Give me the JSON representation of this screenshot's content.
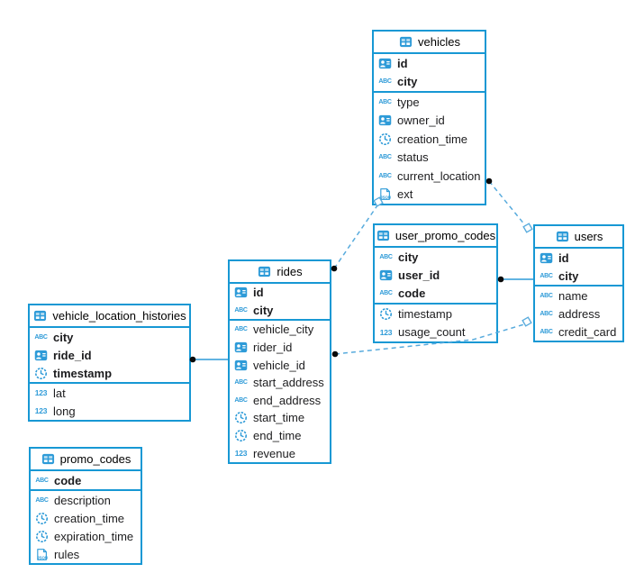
{
  "colors": {
    "table_border": "#1798d4",
    "icon_blue": "#2e9bd8",
    "dashed_line": "#58abdd",
    "solid_line": "#2e9bd8",
    "endpoint_dot": "#0a0a0a",
    "row_text": "#1c1c1e"
  },
  "diagram": {
    "tables": [
      {
        "name": "vehicles",
        "columns": [
          {
            "name": "id",
            "type": "uid",
            "key": true
          },
          {
            "name": "city",
            "type": "text",
            "key": true
          },
          {
            "name": "type",
            "type": "text",
            "key": false
          },
          {
            "name": "owner_id",
            "type": "uid",
            "key": false
          },
          {
            "name": "creation_time",
            "type": "time",
            "key": false
          },
          {
            "name": "status",
            "type": "text",
            "key": false
          },
          {
            "name": "current_location",
            "type": "text",
            "key": false
          },
          {
            "name": "ext",
            "type": "json",
            "key": false
          }
        ]
      },
      {
        "name": "user_promo_codes",
        "columns": [
          {
            "name": "city",
            "type": "text",
            "key": true
          },
          {
            "name": "user_id",
            "type": "uid",
            "key": true
          },
          {
            "name": "code",
            "type": "text",
            "key": true
          },
          {
            "name": "timestamp",
            "type": "time",
            "key": false
          },
          {
            "name": "usage_count",
            "type": "number",
            "key": false
          }
        ]
      },
      {
        "name": "users",
        "columns": [
          {
            "name": "id",
            "type": "uid",
            "key": true
          },
          {
            "name": "city",
            "type": "text",
            "key": true
          },
          {
            "name": "name",
            "type": "text",
            "key": false
          },
          {
            "name": "address",
            "type": "text",
            "key": false
          },
          {
            "name": "credit_card",
            "type": "text",
            "key": false
          }
        ]
      },
      {
        "name": "rides",
        "columns": [
          {
            "name": "id",
            "type": "uid",
            "key": true
          },
          {
            "name": "city",
            "type": "text",
            "key": true
          },
          {
            "name": "vehicle_city",
            "type": "text",
            "key": false
          },
          {
            "name": "rider_id",
            "type": "uid",
            "key": false
          },
          {
            "name": "vehicle_id",
            "type": "uid",
            "key": false
          },
          {
            "name": "start_address",
            "type": "text",
            "key": false
          },
          {
            "name": "end_address",
            "type": "text",
            "key": false
          },
          {
            "name": "start_time",
            "type": "time",
            "key": false
          },
          {
            "name": "end_time",
            "type": "time",
            "key": false
          },
          {
            "name": "revenue",
            "type": "number",
            "key": false
          }
        ]
      },
      {
        "name": "vehicle_location_histories",
        "columns": [
          {
            "name": "city",
            "type": "text",
            "key": true
          },
          {
            "name": "ride_id",
            "type": "uid",
            "key": true
          },
          {
            "name": "timestamp",
            "type": "time",
            "key": true
          },
          {
            "name": "lat",
            "type": "number",
            "key": false
          },
          {
            "name": "long",
            "type": "number",
            "key": false
          }
        ]
      },
      {
        "name": "promo_codes",
        "columns": [
          {
            "name": "code",
            "type": "text",
            "key": true
          },
          {
            "name": "description",
            "type": "text",
            "key": false
          },
          {
            "name": "creation_time",
            "type": "time",
            "key": false
          },
          {
            "name": "expiration_time",
            "type": "time",
            "key": false
          },
          {
            "name": "rules",
            "type": "json",
            "key": false
          }
        ]
      }
    ],
    "connections": [
      {
        "from": "rides",
        "to": "vehicles",
        "from_end": "dot",
        "to_end": "diamond",
        "line": "dashed"
      },
      {
        "from": "vehicles",
        "to": "users",
        "from_end": "dot",
        "to_end": "diamond",
        "line": "dashed"
      },
      {
        "from": "user_promo_codes",
        "to": "users",
        "from_end": "dot",
        "to_end": "none",
        "line": "solid"
      },
      {
        "from": "rides",
        "to": "users",
        "from_end": "dot",
        "to_end": "diamond",
        "line": "dashed"
      },
      {
        "from": "vehicle_location_histories",
        "to": "rides",
        "from_end": "dot",
        "to_end": "none",
        "line": "solid"
      }
    ],
    "icon_legend": {
      "table": "table-icon",
      "uid": "id-badge-icon",
      "text": "abc-text-icon",
      "number": "number-123-icon",
      "time": "clock-icon",
      "json": "json-doc-icon"
    }
  }
}
